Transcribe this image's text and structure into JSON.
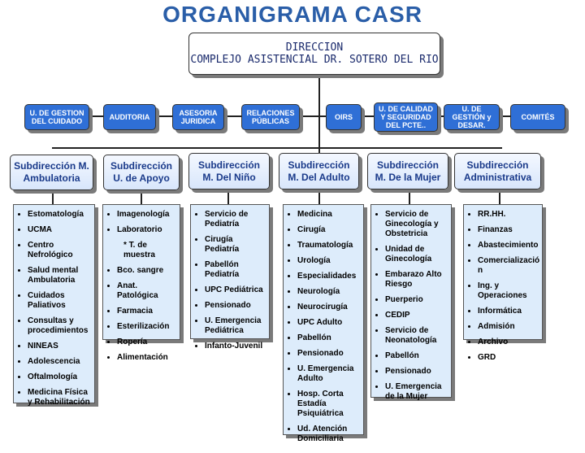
{
  "title": "ORGANIGRAMA CASR",
  "direccion": {
    "line1": "DIRECCION",
    "line2": "COMPLEJO ASISTENCIAL  DR. SOTERO DEL RIO"
  },
  "units": [
    "U. DE GESTION DEL CUIDADO",
    "AUDITORIA",
    "ASESORIA JURIDICA",
    "RELACIONES PÚBLICAS",
    "OIRS",
    "U. DE CALIDAD Y SEGURIDAD DEL PCTE..",
    "U. DE GESTIÓN y DESAR.",
    "COMITÉS"
  ],
  "subdirecciones": [
    {
      "title": "Subdirección M. Ambulatoria",
      "items": [
        "Estomatología",
        "UCMA",
        "Centro Nefrológico",
        "Salud mental Ambulatoria",
        "Cuidados Paliativos",
        "Consultas y procedimientos",
        "NINEAS",
        "Adolescencia",
        "Oftalmología",
        "Medicina Física y Rehabilitación"
      ]
    },
    {
      "title": "Subdirección U. de Apoyo",
      "items": [
        "Imagenología",
        "Laboratorio",
        "* T. de muestra",
        "Bco. sangre",
        "Anat. Patológica",
        "Farmacia",
        "Esterilización",
        "Ropería",
        "Alimentación"
      ]
    },
    {
      "title": "Subdirección M. Del Niño",
      "items": [
        "Servicio de Pediatría",
        "Cirugía Pediatría",
        "Pabellón Pediatría",
        "UPC Pediátrica",
        "Pensionado",
        "U. Emergencia Pediátrica",
        "Infanto-Juvenil"
      ]
    },
    {
      "title": "Subdirección M. Del Adulto",
      "items": [
        "Medicina",
        "Cirugía",
        "Traumatología",
        "Urología",
        "Especialidades",
        "Neurología",
        "Neurocirugía",
        "UPC Adulto",
        "Pabellón",
        "Pensionado",
        "U.  Emergencia Adulto",
        "Hosp. Corta Estadía Psiquiátrica",
        "Ud. Atención Domiciliaria"
      ]
    },
    {
      "title": "Subdirección M. De la Mujer",
      "items": [
        "Servicio de Ginecología y Obstetricia",
        "Unidad de Ginecología",
        "Embarazo Alto Riesgo",
        "Puerperio",
        "CEDIP",
        "Servicio de Neonatología",
        "Pabellón",
        "Pensionado",
        "U. Emergencia de la Mujer"
      ]
    },
    {
      "title": "Subdirección Administrativa",
      "items": [
        "RR.HH.",
        "Finanzas",
        "Abastecimiento",
        "Comercializació n",
        "Ing. y Operaciones",
        "Informática",
        "Admisión",
        "Archivo",
        "GRD"
      ]
    }
  ]
}
